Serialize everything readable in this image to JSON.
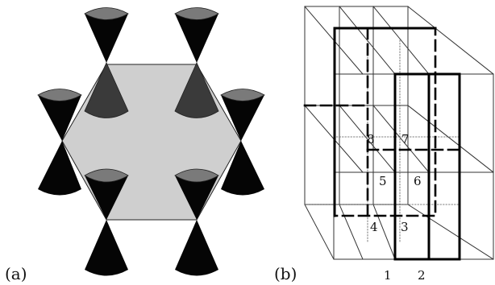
{
  "panel_a": {
    "label": "(a)"
  },
  "panel_b": {
    "label": "(b)",
    "cell_labels": [
      "8",
      "7",
      "5",
      "6",
      "4",
      "3"
    ],
    "axis_labels": [
      "1",
      "2"
    ]
  },
  "colors": {
    "hexagon_fill": "#cfcfcf",
    "cone_black": "#050505",
    "cone_cap_gray": "#7a7a7a",
    "cone_dark_on_hexagon": "#3a3a3a"
  }
}
